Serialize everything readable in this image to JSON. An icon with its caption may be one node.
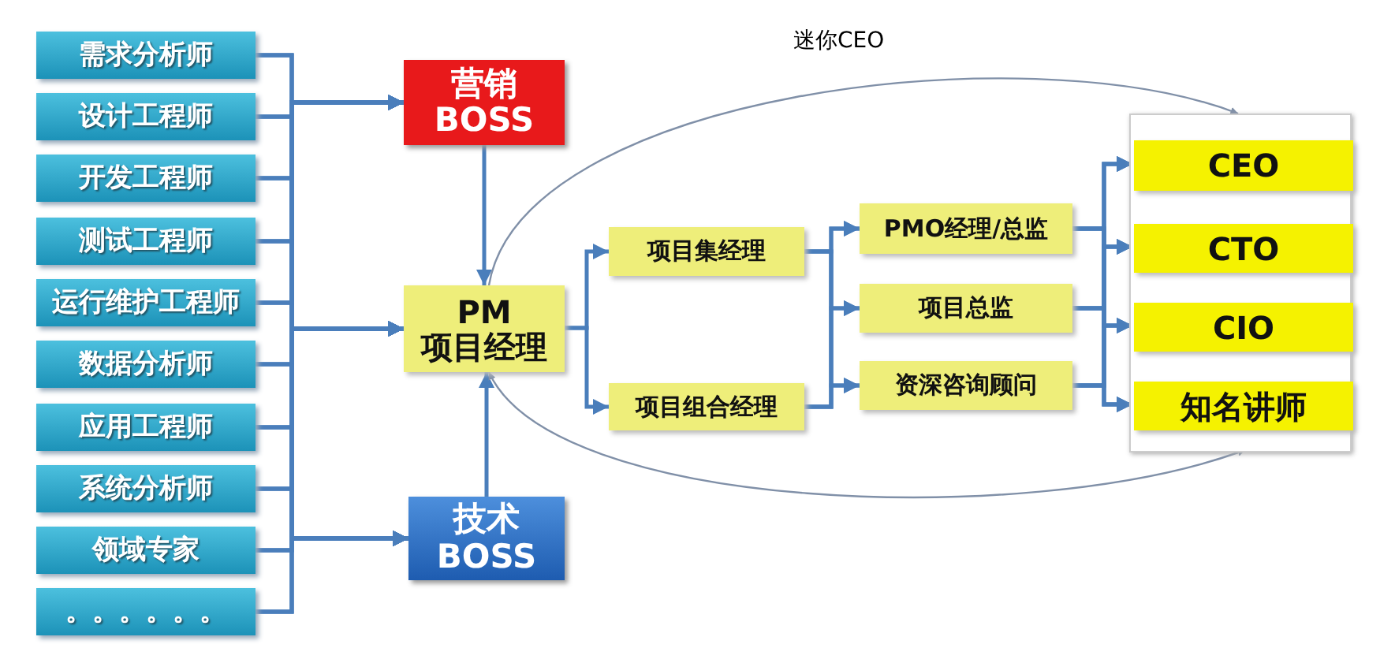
{
  "diagram": {
    "nodes": [
      {
        "text": [
          "需求分析师"
        ]
      },
      {
        "text": [
          "设计工程师"
        ]
      },
      {
        "text": [
          "开发工程师"
        ]
      },
      {
        "text": [
          "测试工程师"
        ]
      },
      {
        "text": [
          "运行维护工程师"
        ]
      },
      {
        "text": [
          "数据分析师"
        ]
      },
      {
        "text": [
          "应用工程师"
        ]
      },
      {
        "text": [
          "系统分析师"
        ]
      },
      {
        "text": [
          "领域专家"
        ]
      },
      {
        "text": [
          "。。。。。。"
        ]
      },
      {
        "text": [
          "营销 BOSS"
        ]
      },
      {
        "text": [
          "PM 项目经理"
        ]
      },
      {
        "text": [
          "技术 BOSS"
        ]
      },
      {
        "text": [
          "项目集经理"
        ]
      },
      {
        "text": [
          "项目组合经理"
        ]
      },
      {
        "text": [
          "PMO经理/总监"
        ]
      },
      {
        "text": [
          "项目总监"
        ]
      },
      {
        "text": [
          "资深咨询顾问"
        ]
      },
      {
        "text": [],
        "shape": "box"
      },
      {
        "text": [
          "CEO"
        ],
        "in": 18
      },
      {
        "text": [
          "CTO"
        ],
        "in": 18
      },
      {
        "text": [
          "CIO"
        ],
        "in": 18
      },
      {
        "text": [
          "知名讲师"
        ],
        "in": 18
      }
    ],
    "edges": [
      {
        "from": 0,
        "to": 10,
        "arrow": "to"
      },
      {
        "from": 0,
        "to": 11,
        "arrow": "to"
      },
      {
        "from": 0,
        "to": 12,
        "arrow": "to"
      },
      {
        "from": 1,
        "to": 10,
        "arrow": "to"
      },
      {
        "from": 1,
        "to": 11,
        "arrow": "to"
      },
      {
        "from": 1,
        "to": 12,
        "arrow": "to"
      },
      {
        "from": 2,
        "to": 10,
        "arrow": "to"
      },
      {
        "from": 2,
        "to": 11,
        "arrow": "to"
      },
      {
        "from": 2,
        "to": 12,
        "arrow": "to"
      },
      {
        "from": 3,
        "to": 10,
        "arrow": "to"
      },
      {
        "from": 3,
        "to": 11,
        "arrow": "to"
      },
      {
        "from": 3,
        "to": 12,
        "arrow": "to"
      },
      {
        "from": 4,
        "to": 10,
        "arrow": "to"
      },
      {
        "from": 4,
        "to": 11,
        "arrow": "to"
      },
      {
        "from": 4,
        "to": 12,
        "arrow": "to"
      },
      {
        "from": 5,
        "to": 10,
        "arrow": "to"
      },
      {
        "from": 5,
        "to": 11,
        "arrow": "to"
      },
      {
        "from": 5,
        "to": 12,
        "arrow": "to"
      },
      {
        "from": 6,
        "to": 10,
        "arrow": "to"
      },
      {
        "from": 6,
        "to": 11,
        "arrow": "to"
      },
      {
        "from": 6,
        "to": 12,
        "arrow": "to"
      },
      {
        "from": 7,
        "to": 10,
        "arrow": "to"
      },
      {
        "from": 7,
        "to": 11,
        "arrow": "to"
      },
      {
        "from": 7,
        "to": 12,
        "arrow": "to"
      },
      {
        "from": 8,
        "to": 10,
        "arrow": "to"
      },
      {
        "from": 8,
        "to": 11,
        "arrow": "to"
      },
      {
        "from": 8,
        "to": 12,
        "arrow": "to"
      },
      {
        "from": 9,
        "to": 10,
        "arrow": "to"
      },
      {
        "from": 9,
        "to": 11,
        "arrow": "to"
      },
      {
        "from": 9,
        "to": 12,
        "arrow": "to"
      },
      {
        "from": 10,
        "to": 11,
        "arrow": "to"
      },
      {
        "from": 12,
        "to": 11,
        "arrow": "to"
      },
      {
        "from": 11,
        "to": 13,
        "arrow": "to"
      },
      {
        "from": 11,
        "to": 14,
        "arrow": "to"
      },
      {
        "from": 13,
        "to": 15,
        "arrow": "to"
      },
      {
        "from": 13,
        "to": 16,
        "arrow": "to"
      },
      {
        "from": 13,
        "to": 17,
        "arrow": "to"
      },
      {
        "from": 14,
        "to": 15,
        "arrow": "to"
      },
      {
        "from": 14,
        "to": 16,
        "arrow": "to"
      },
      {
        "from": 14,
        "to": 17,
        "arrow": "to"
      },
      {
        "from": 15,
        "to": 19,
        "arrow": "to"
      },
      {
        "from": 15,
        "to": 20,
        "arrow": "to"
      },
      {
        "from": 15,
        "to": 21,
        "arrow": "to"
      },
      {
        "from": 15,
        "to": 22,
        "arrow": "to"
      },
      {
        "from": 16,
        "to": 19,
        "arrow": "to"
      },
      {
        "from": 16,
        "to": 20,
        "arrow": "to"
      },
      {
        "from": 16,
        "to": 21,
        "arrow": "to"
      },
      {
        "from": 16,
        "to": 22,
        "arrow": "to"
      },
      {
        "from": 17,
        "to": 19,
        "arrow": "to"
      },
      {
        "from": 17,
        "to": 20,
        "arrow": "to"
      },
      {
        "from": 17,
        "to": 21,
        "arrow": "to"
      },
      {
        "from": 17,
        "to": 22,
        "arrow": "to"
      },
      {
        "from": 11,
        "to": 18,
        "arrow": "to",
        "label": "迷你CEO",
        "color": "#8090a8"
      },
      {
        "from": 18,
        "to": 11,
        "arrow": "both",
        "color": "#8090a8"
      }
    ]
  }
}
